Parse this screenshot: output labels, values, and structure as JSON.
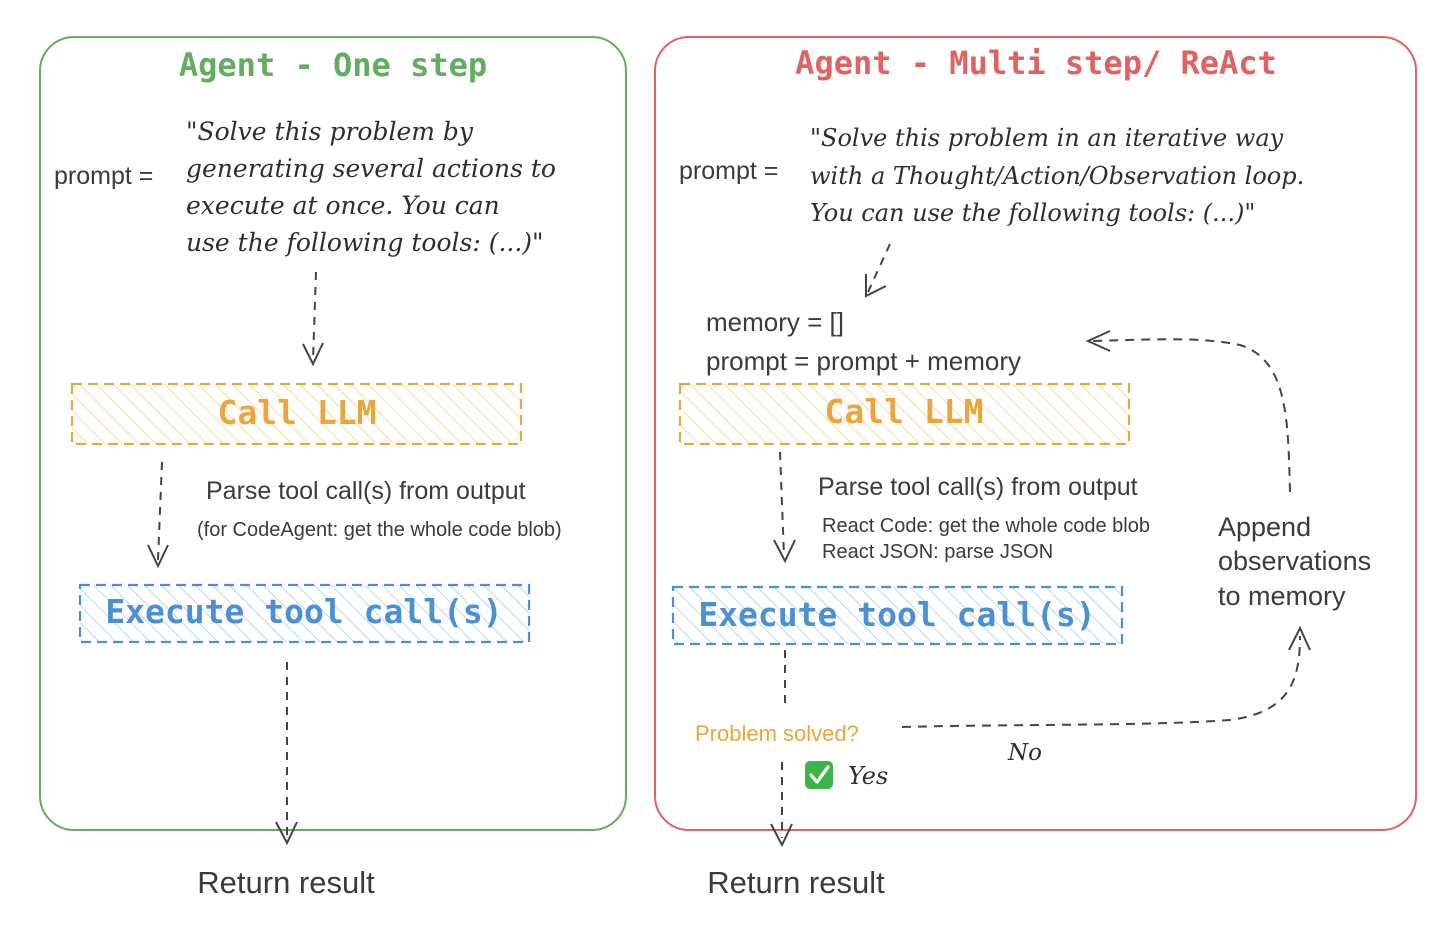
{
  "colors": {
    "green": "#62ad62",
    "red": "#e06262",
    "orange": "#eaa63a",
    "blue": "#4b8fd4",
    "text": "#3b3b3b",
    "check": "#3db44a"
  },
  "left_panel": {
    "title": "Agent - One step",
    "prompt_label": "prompt =",
    "prompt_lines": [
      "\"Solve this problem by",
      "generating several actions to",
      "execute at once. You can",
      "use the following tools: (...)\""
    ],
    "call_llm": "Call LLM",
    "parse_label": "Parse tool call(s) from output",
    "parse_note": "(for CodeAgent: get the whole code blob)",
    "execute": "Execute tool call(s)",
    "return": "Return result"
  },
  "right_panel": {
    "title": "Agent - Multi step/ ReAct",
    "prompt_label": "prompt =",
    "prompt_lines": [
      "\"Solve this problem in an iterative way",
      "with a Thought/Action/Observation loop.",
      "You can use the following tools: (...)\""
    ],
    "memory_init": "memory = []",
    "memory_prompt": "prompt = prompt + memory",
    "call_llm": "Call LLM",
    "parse_label": "Parse tool call(s) from output",
    "parse_note_1": "React Code: get the whole code blob",
    "parse_note_2": "React JSON: parse JSON",
    "execute": "Execute tool call(s)",
    "append_lines": [
      "Append",
      "observations",
      "to memory"
    ],
    "problem_solved": "Problem solved?",
    "no_label": "No",
    "yes_icon": "check-mark-icon",
    "yes_label": "Yes",
    "return": "Return result"
  }
}
